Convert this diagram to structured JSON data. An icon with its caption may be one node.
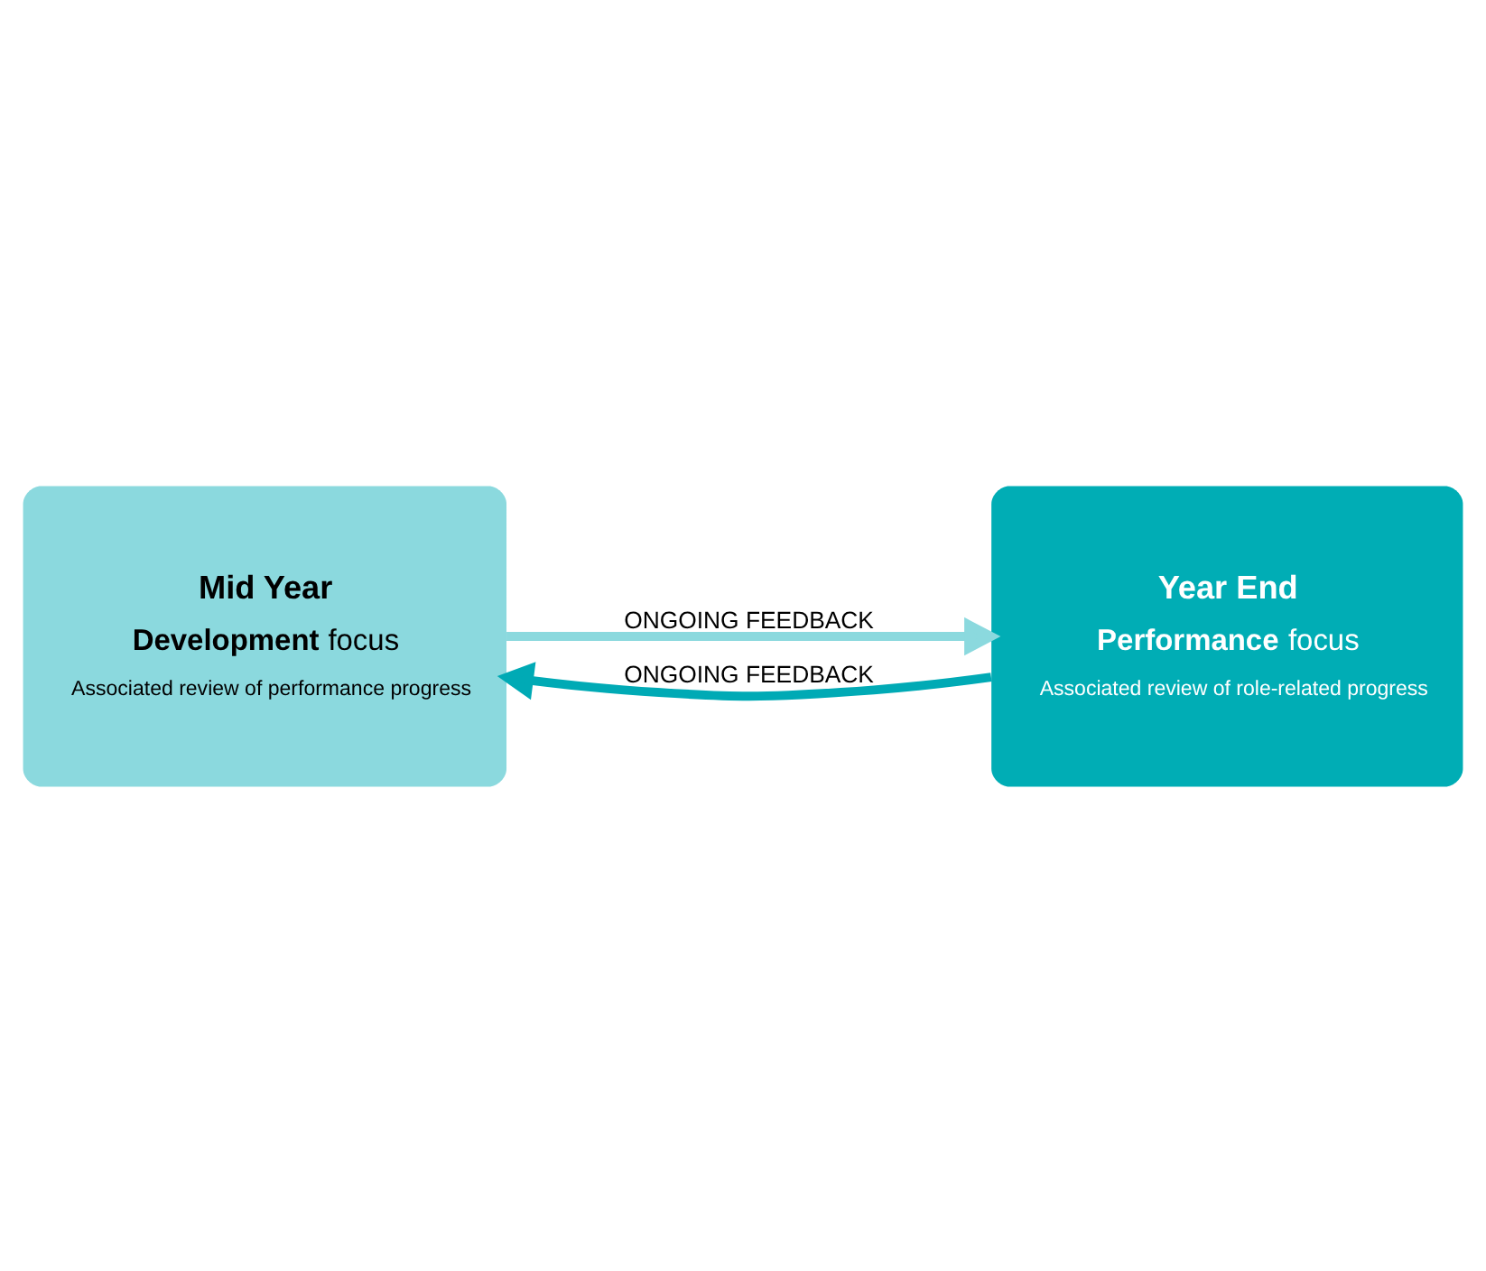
{
  "diagram": {
    "nodes": [
      {
        "text": [
          "Mid Year",
          "**Development** focus",
          "Associated review of performance progress"
        ]
      },
      {
        "text": [
          "Year End",
          "**Performance** focus",
          "Associated review of role-related progress"
        ]
      }
    ],
    "edges": [
      {
        "from": 0,
        "to": 1,
        "arrow": "to",
        "label": "ONGOING FEEDBACK",
        "color": "#8bd9de"
      },
      {
        "from": 1,
        "to": 0,
        "arrow": "to",
        "label": "ONGOING FEEDBACK",
        "color": "#00aab5"
      }
    ]
  }
}
